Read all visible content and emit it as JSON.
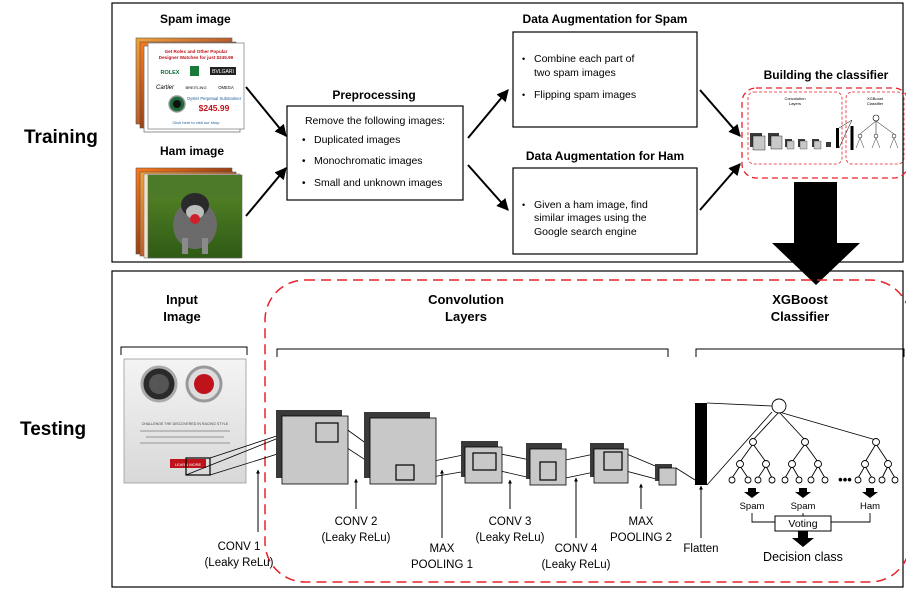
{
  "section_labels": {
    "training": "Training",
    "testing": "Testing"
  },
  "training": {
    "spam_image_label": "Spam image",
    "ham_image_label": "Ham image",
    "spam_ad": {
      "headline_1": "Get Rolex and Other Popular",
      "headline_2": "Designer Watches for just $245.99",
      "brand_rolex": "ROLEX",
      "brand_bvlgari": "BVLGARI",
      "brand_cartier": "Cartier",
      "brand_breitling": "BREITLING",
      "brand_omega": "OMEGA",
      "product_name": "Oyster Perpetual Submariner",
      "price": "$245.99",
      "footer_link": "Click here to visit our shop"
    },
    "preprocessing": {
      "title": "Preprocessing",
      "intro": "Remove the following images:",
      "items": [
        "Duplicated images",
        "Monochromatic images",
        "Small and unknown images"
      ]
    },
    "aug_spam": {
      "title": "Data Augmentation for Spam",
      "items": [
        {
          "line1": "Combine each part of",
          "line2": "two spam images"
        },
        {
          "line1": "Flipping spam images",
          "line2": ""
        }
      ]
    },
    "aug_ham": {
      "title": "Data Augmentation for Ham",
      "items": [
        {
          "line1": "Given a ham image, find",
          "line2": "similar images using the",
          "line3": "Google search engine"
        }
      ]
    },
    "classifier": {
      "title": "Building the classifier",
      "mini_conv_label_1": "Convolution",
      "mini_conv_label_2": "Layers",
      "mini_xgb_label_1": "XGBoost",
      "mini_xgb_label_2": "Classifier"
    }
  },
  "testing": {
    "input_image_line1": "Input",
    "input_image_line2": "Image",
    "conv_layers_line1": "Convolution",
    "conv_layers_line2": "Layers",
    "xgb_line1": "XGBoost",
    "xgb_line2": "Classifier",
    "input_ad": {
      "headline": "CHALLENGE THE DISCOVERED IN RACING STYLE",
      "button": "LEARN MORE"
    },
    "layer_labels": {
      "conv1_a": "CONV 1",
      "conv1_b": "(Leaky ReLu)",
      "conv2_a": "CONV 2",
      "conv2_b": "(Leaky ReLu)",
      "maxpool1_a": "MAX",
      "maxpool1_b": "POOLING 1",
      "conv3_a": "CONV 3",
      "conv3_b": "(Leaky ReLu)",
      "conv4_a": "CONV 4",
      "conv4_b": "(Leaky ReLu)",
      "maxpool2_a": "MAX",
      "maxpool2_b": "POOLING 2",
      "flatten": "Flatten"
    },
    "outputs": [
      "Spam",
      "Spam",
      "Ham"
    ],
    "ellipsis": "•••",
    "voting": "Voting",
    "decision": "Decision class"
  },
  "colors": {
    "dashed_red": "#e8202a",
    "cube_front": "#c8c8c8",
    "cube_back": "#3a3a3a",
    "box_border": "#000000"
  }
}
